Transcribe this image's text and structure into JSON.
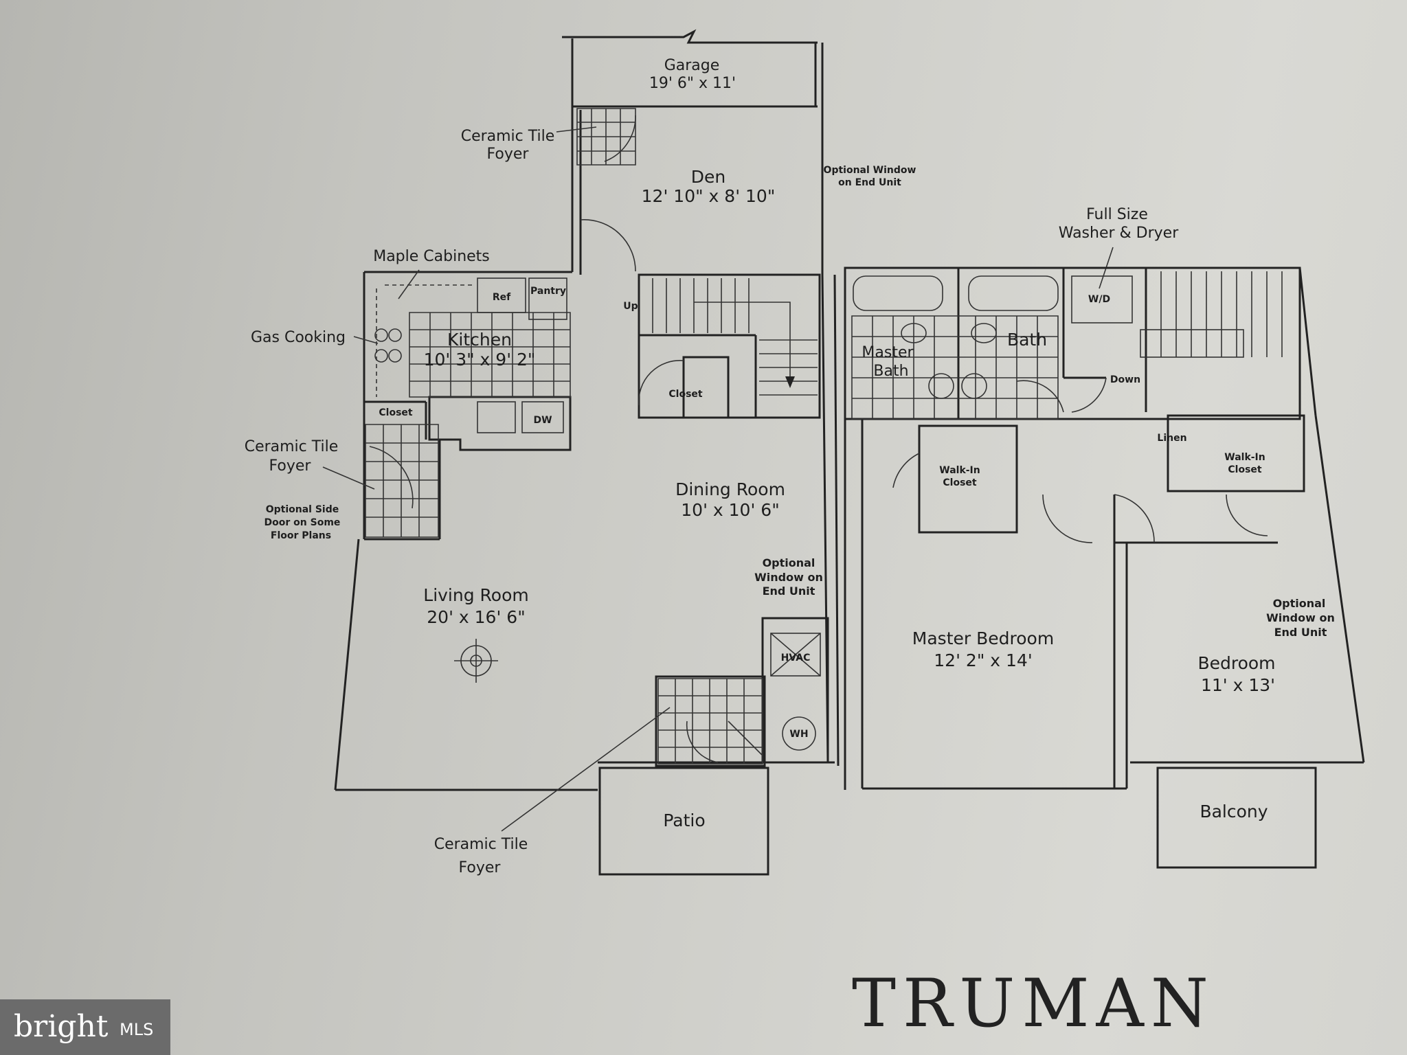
{
  "title": "TRUMAN",
  "watermark": {
    "brand": "bright",
    "suffix": "MLS"
  },
  "first_floor": {
    "garage": {
      "name": "Garage",
      "size": "19' 6\" x 11'"
    },
    "foyer_top": {
      "line1": "Ceramic Tile",
      "line2": "Foyer"
    },
    "den": {
      "name": "Den",
      "size": "12' 10\" x 8' 10\""
    },
    "optional_window_den": {
      "line1": "Optional Window",
      "line2": "on End Unit"
    },
    "maple_cabinets": "Maple Cabinets",
    "gas_cooking": "Gas Cooking",
    "ref": "Ref",
    "pantry": "Pantry",
    "kitchen": {
      "name": "Kitchen",
      "size": "10' 3\" x 9' 2\""
    },
    "up": "Up",
    "closet_stairs": "Closet",
    "closet_kitchen": "Closet",
    "dw": "DW",
    "foyer_side": {
      "line1": "Ceramic Tile",
      "line2": "Foyer"
    },
    "optional_side_door": {
      "line1": "Optional Side",
      "line2": "Door on Some",
      "line3": "Floor Plans"
    },
    "dining": {
      "name": "Dining Room",
      "size": "10' x 10' 6\""
    },
    "optional_window_dining": {
      "line1": "Optional",
      "line2": "Window on",
      "line3": "End Unit"
    },
    "living": {
      "name": "Living Room",
      "size": "20' x 16' 6\""
    },
    "hvac": "HVAC",
    "wh": "WH",
    "patio": "Patio",
    "foyer_bottom": {
      "line1": "Ceramic Tile",
      "line2": "Foyer"
    }
  },
  "second_floor": {
    "washer_dryer": {
      "line1": "Full Size",
      "line2": "Washer & Dryer"
    },
    "wd": "W/D",
    "master_bath": {
      "line1": "Master",
      "line2": "Bath"
    },
    "bath": "Bath",
    "down": "Down",
    "linen": "Linen",
    "walkin_master": {
      "line1": "Walk-In",
      "line2": "Closet"
    },
    "walkin_bed": {
      "line1": "Walk-In",
      "line2": "Closet"
    },
    "master_bedroom": {
      "name": "Master Bedroom",
      "size": "12' 2\" x 14'"
    },
    "bedroom": {
      "name": "Bedroom",
      "size": "11' x 13'"
    },
    "optional_window_bed": {
      "line1": "Optional",
      "line2": "Window on",
      "line3": "End Unit"
    },
    "balcony": "Balcony"
  }
}
